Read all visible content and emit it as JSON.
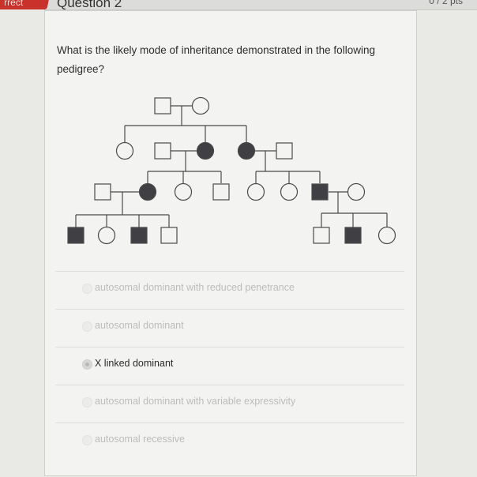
{
  "header": {
    "status_label": "rrect",
    "question_title": "Question 2",
    "points": "0 / 2 pts"
  },
  "question": {
    "text": "What is the likely mode of inheritance demonstrated in the following pedigree?"
  },
  "pedigree": {
    "generations": [
      [
        {
          "sex": "male",
          "affected": false
        },
        {
          "sex": "female",
          "affected": false
        }
      ],
      [
        {
          "sex": "female",
          "affected": false
        },
        {
          "sex": "male",
          "affected": false
        },
        {
          "sex": "female",
          "affected": true
        },
        {
          "sex": "female",
          "affected": true
        },
        {
          "sex": "male",
          "affected": false
        }
      ],
      [
        {
          "sex": "male",
          "affected": false
        },
        {
          "sex": "female",
          "affected": true
        },
        {
          "sex": "female",
          "affected": false
        },
        {
          "sex": "male",
          "affected": false
        },
        {
          "sex": "female",
          "affected": false
        },
        {
          "sex": "female",
          "affected": false
        },
        {
          "sex": "male",
          "affected": true
        },
        {
          "sex": "female",
          "affected": false
        }
      ],
      [
        {
          "sex": "male",
          "affected": true
        },
        {
          "sex": "female",
          "affected": false
        },
        {
          "sex": "male",
          "affected": true
        },
        {
          "sex": "male",
          "affected": false
        },
        {
          "sex": "male",
          "affected": false
        },
        {
          "sex": "male",
          "affected": true
        },
        {
          "sex": "female",
          "affected": false
        }
      ]
    ]
  },
  "answers": [
    {
      "label": "autosomal dominant with reduced penetrance",
      "selected": false
    },
    {
      "label": "autosomal dominant",
      "selected": false
    },
    {
      "label": "X linked dominant",
      "selected": true
    },
    {
      "label": "autosomal dominant with variable expressivity",
      "selected": false
    },
    {
      "label": "autosomal recessive",
      "selected": false
    }
  ],
  "colors": {
    "badge": "#c8322a",
    "affected_fill": "#3f3f44",
    "line": "#4a4a4a"
  }
}
